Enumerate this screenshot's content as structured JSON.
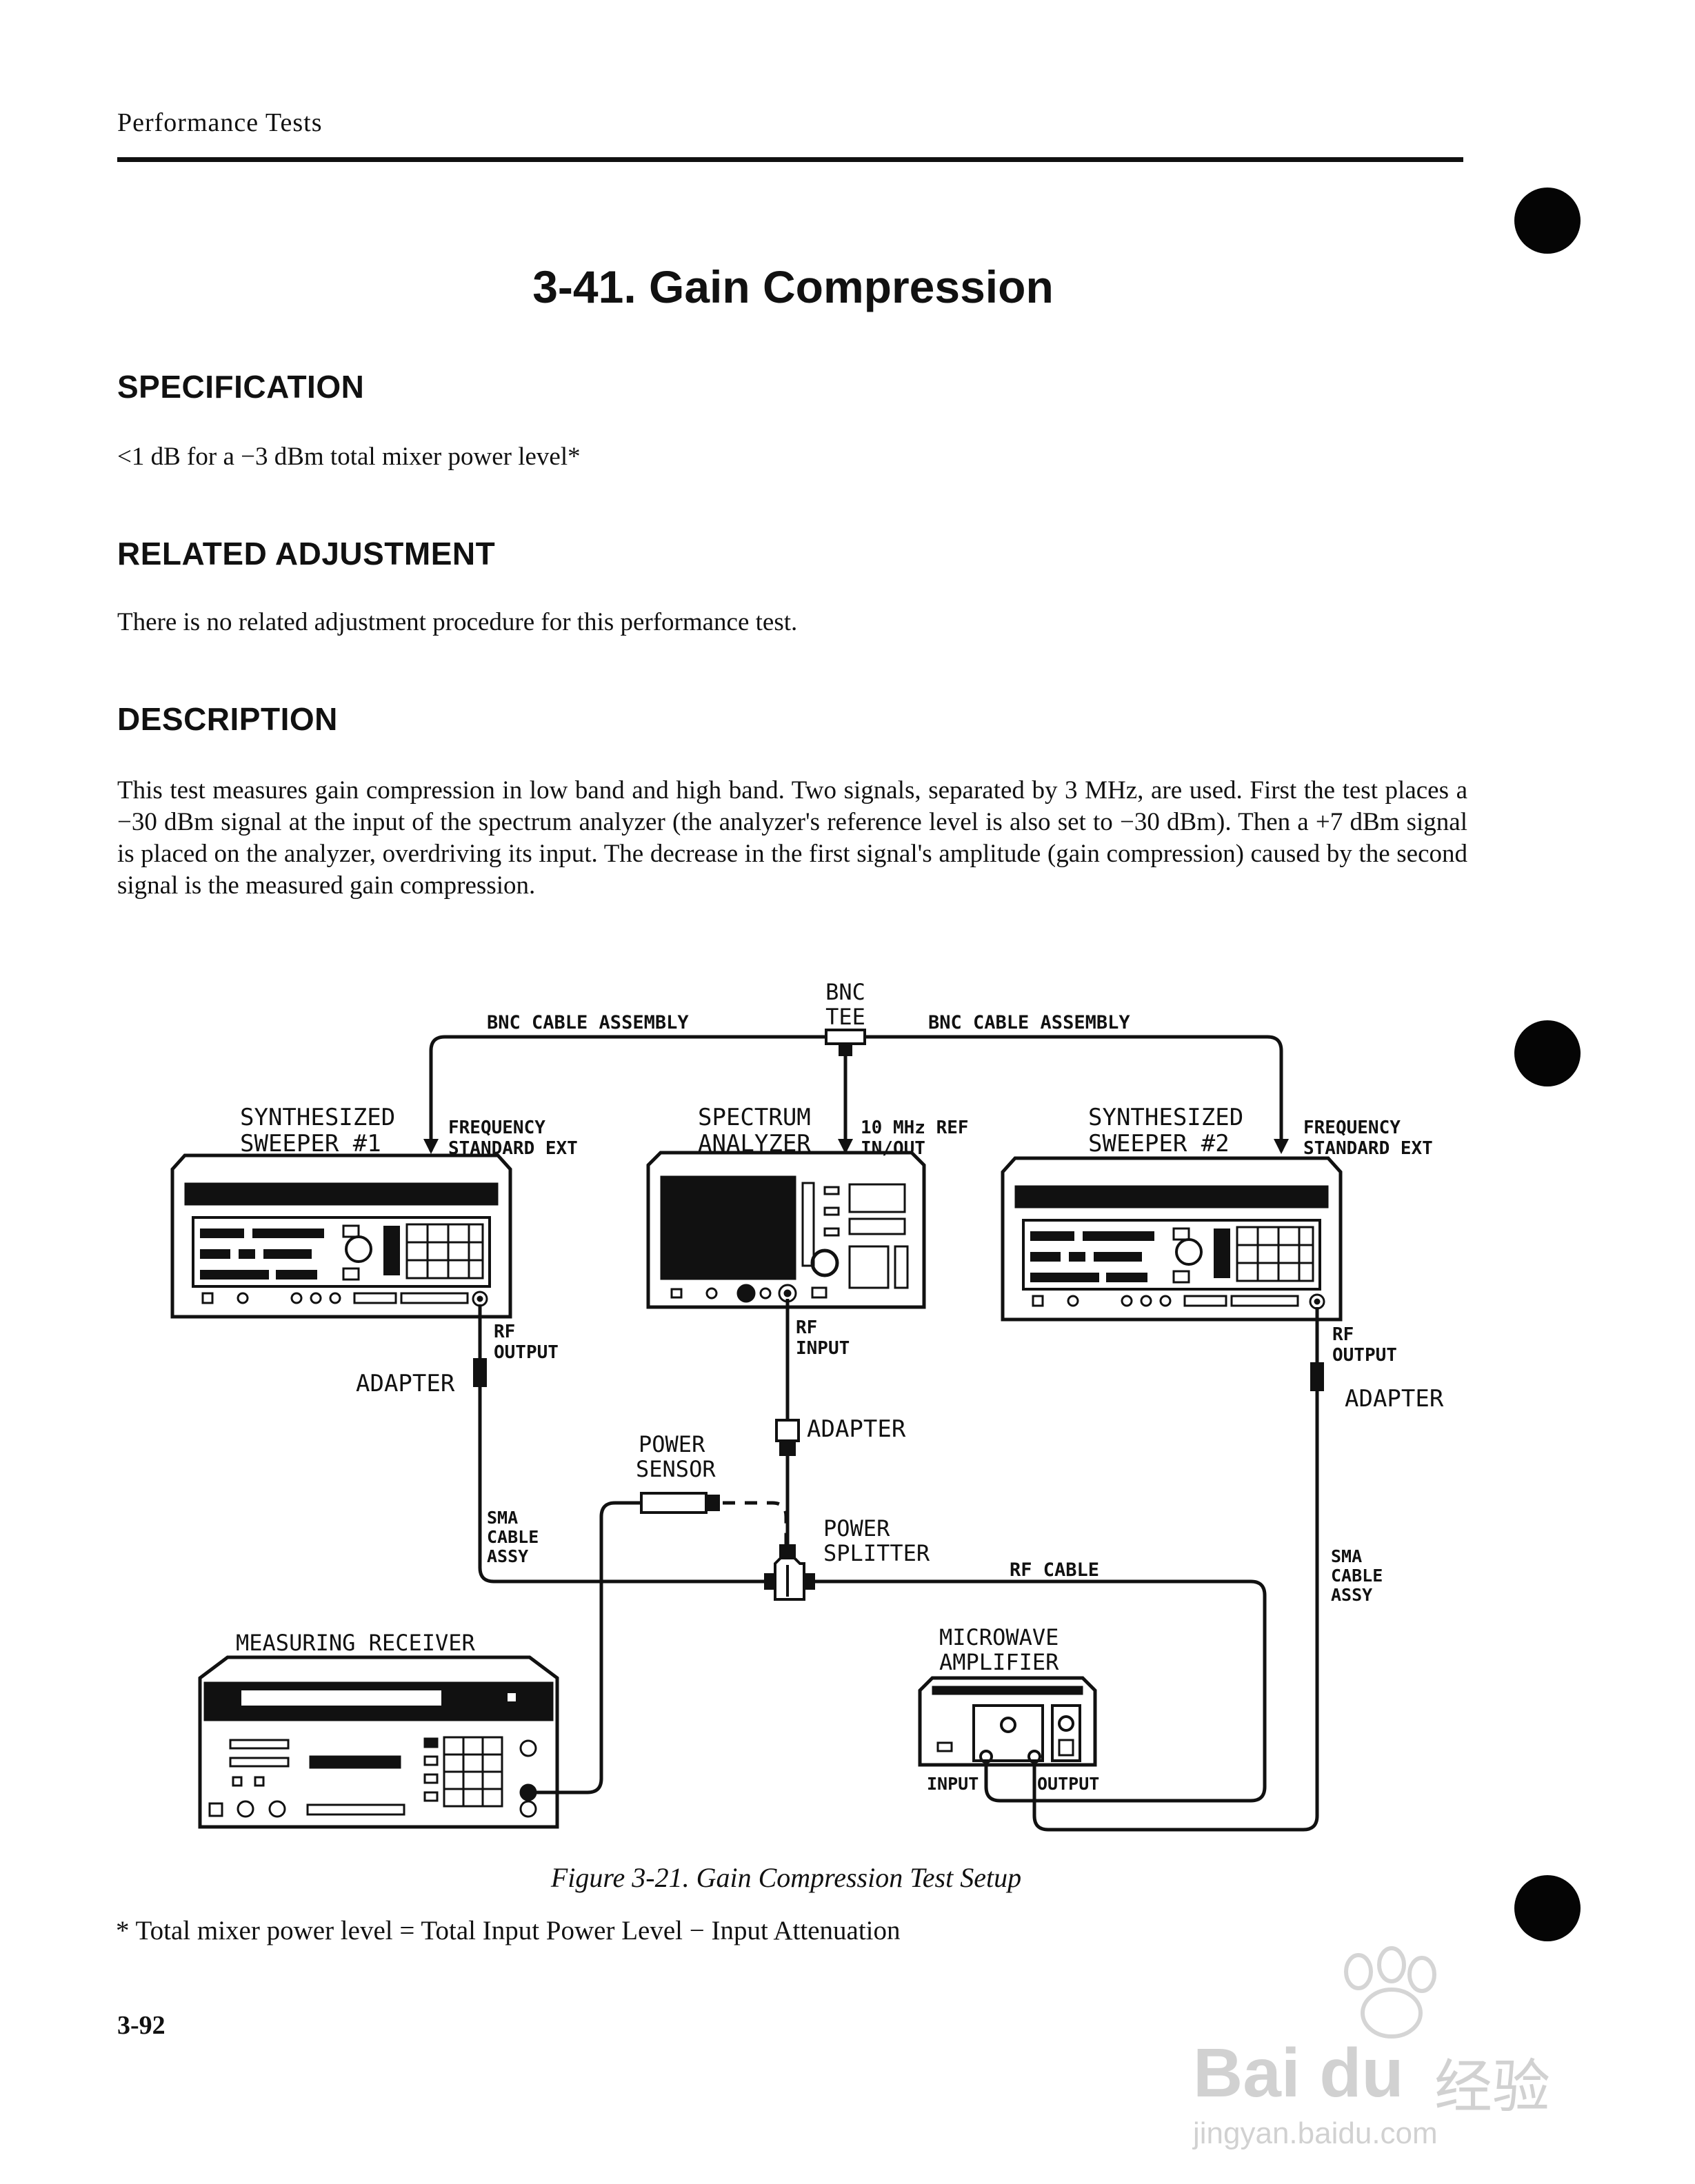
{
  "header": {
    "running_title": "Performance Tests"
  },
  "title": "3-41. Gain Compression",
  "specification": {
    "heading": "SPECIFICATION",
    "text": "<1 dB for a −3 dBm total mixer power level*"
  },
  "related_adjustment": {
    "heading": "RELATED ADJUSTMENT",
    "text": "There is no related adjustment procedure for this performance test."
  },
  "description": {
    "heading": "DESCRIPTION",
    "text": "This test measures gain compression in low band and high band. Two signals, separated by 3 MHz, are used. First the test places a −30 dBm signal at the input of the spectrum analyzer (the analyzer's reference level is also set to −30 dBm). Then a +7 dBm signal is placed on the analyzer, overdriving its input. The decrease in the first signal's amplitude (gain compression) caused by the second signal is the measured gain compression."
  },
  "figure": {
    "caption": "Figure 3-21. Gain Compression Test Setup",
    "labels": {
      "bnc_tee_1": "BNC",
      "bnc_tee_2": "TEE",
      "bnc_cable_left": "BNC CABLE ASSEMBLY",
      "bnc_cable_right": "BNC CABLE ASSEMBLY",
      "sweeper1_1": "SYNTHESIZED",
      "sweeper1_2": "SWEEPER #1",
      "freq_std_left_1": "FREQUENCY",
      "freq_std_left_2": "STANDARD EXT",
      "analyzer_1": "SPECTRUM",
      "analyzer_2": "ANALYZER",
      "ref_1": "10 MHz REF",
      "ref_2": "IN/OUT",
      "sweeper2_1": "SYNTHESIZED",
      "sweeper2_2": "SWEEPER #2",
      "freq_std_right_1": "FREQUENCY",
      "freq_std_right_2": "STANDARD EXT",
      "rf_output_left_1": "RF",
      "rf_output_left_2": "OUTPUT",
      "rf_input_1": "RF",
      "rf_input_2": "INPUT",
      "rf_output_right_1": "RF",
      "rf_output_right_2": "OUTPUT",
      "adapter_left": "ADAPTER",
      "adapter_center": "ADAPTER",
      "adapter_right": "ADAPTER",
      "power_sensor_1": "POWER",
      "power_sensor_2": "SENSOR",
      "sma_left_1": "SMA",
      "sma_left_2": "CABLE",
      "sma_left_3": "ASSY",
      "power_splitter_1": "POWER",
      "power_splitter_2": "SPLITTER",
      "rf_cable": "RF CABLE",
      "sma_right_1": "SMA",
      "sma_right_2": "CABLE",
      "sma_right_3": "ASSY",
      "measuring_receiver": "MEASURING RECEIVER",
      "microwave_1": "MICROWAVE",
      "microwave_2": "AMPLIFIER",
      "amp_input": "INPUT",
      "amp_output": "OUTPUT"
    }
  },
  "footnote": "* Total mixer power level = Total Input Power Level − Input Attenuation",
  "page_number": "3-92",
  "watermark": {
    "brand": "Bai du",
    "cjk": "经验",
    "url": "jingyan.baidu.com"
  }
}
